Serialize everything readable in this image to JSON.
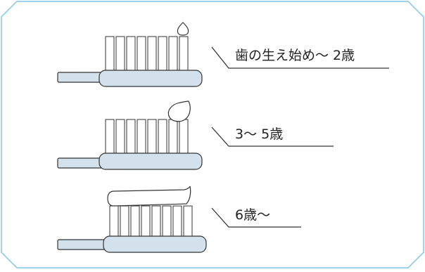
{
  "colors": {
    "frame": "#7fc6e8",
    "handle_fill": "#d2e1eb",
    "outline": "#333333",
    "paste_fill": "#ffffff"
  },
  "rows": [
    {
      "label": "歯の生え始め～ 2歳",
      "paste_amount": "rice-grain"
    },
    {
      "label": "3～ 5歳",
      "paste_amount": "pea"
    },
    {
      "label": "6歳～",
      "paste_amount": "full-brush"
    }
  ]
}
